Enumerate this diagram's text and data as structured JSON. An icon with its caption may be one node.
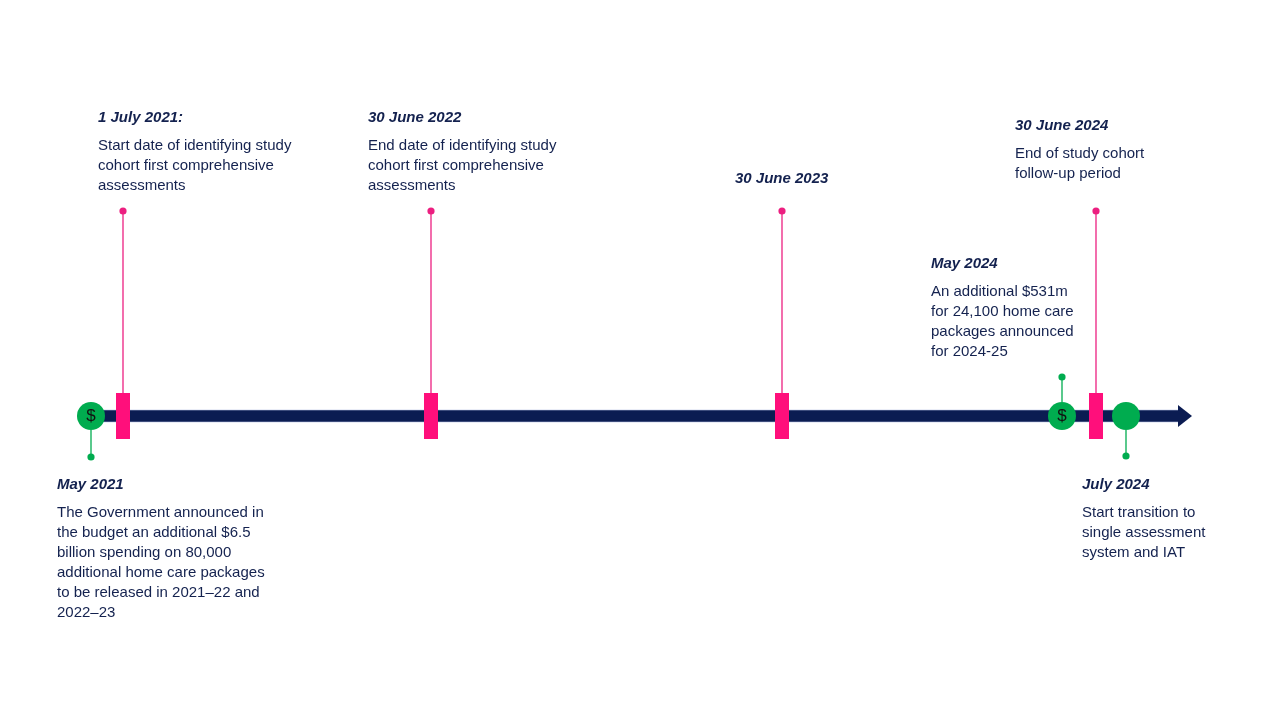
{
  "diagram": {
    "nodes": [
      {
        "text": [
          "1 July 2021:",
          "Start date of identifying study cohort first comprehensive assessments"
        ]
      },
      {
        "text": [
          "30 June 2022",
          "End date of identifying study cohort first comprehensive assessments"
        ]
      },
      {
        "text": [
          "30 June 2023"
        ]
      },
      {
        "text": [
          "30 June 2024",
          "End of study cohort follow-up period"
        ]
      },
      {
        "text": [
          "May 2024",
          "An additional $531m for 24,100 home care packages announced for 2024-25"
        ]
      },
      {
        "text": [
          "$"
        ]
      },
      {
        "text": [],
        "shape": "bar"
      },
      {
        "text": [],
        "shape": "bar"
      },
      {
        "text": [],
        "shape": "bar"
      },
      {
        "text": [
          "$"
        ]
      },
      {
        "text": [],
        "shape": "bar"
      },
      {
        "text": [],
        "shape": "circle"
      },
      {
        "text": [
          "May 2021",
          "The Government announced in the budget an additional $6.5 billion spending on 80,000 additional home care packages to be released in 2021–22 and 2022–23"
        ]
      },
      {
        "text": [
          "July 2024",
          "Start transition to single assessment system and IAT"
        ]
      }
    ],
    "edges": [
      {
        "from": 6,
        "to": 0,
        "arrow": "other"
      },
      {
        "from": 7,
        "to": 1,
        "arrow": "other"
      },
      {
        "from": 8,
        "to": 2,
        "arrow": "other"
      },
      {
        "from": 10,
        "to": 3,
        "arrow": "other"
      },
      {
        "from": 9,
        "to": 4,
        "arrow": "other",
        "color": "#00ac4f"
      },
      {
        "from": 5,
        "to": 12,
        "arrow": "other",
        "color": "#00ac4f"
      },
      {
        "from": 11,
        "to": 13,
        "arrow": "other",
        "color": "#00ac4f"
      }
    ]
  }
}
